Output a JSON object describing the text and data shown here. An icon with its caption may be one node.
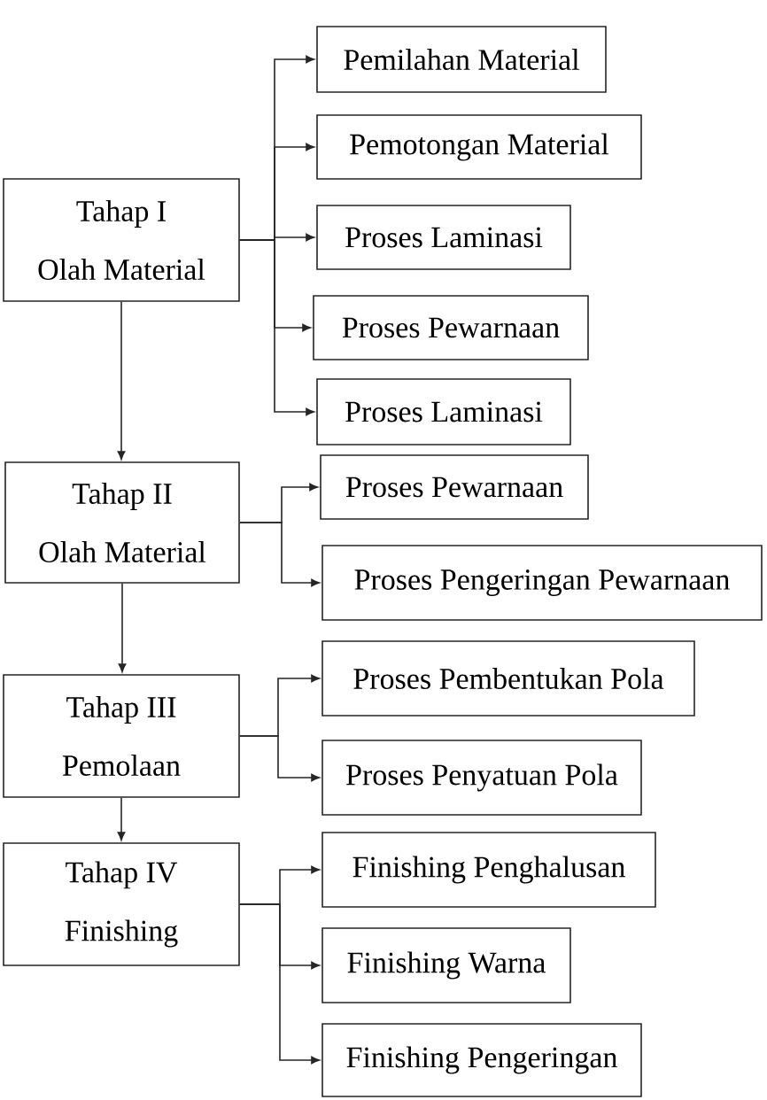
{
  "diagram": {
    "nodes": [
      {
        "text": [
          "Tahap I",
          "Olah Material"
        ]
      },
      {
        "text": [
          "Pemilahan Material"
        ]
      },
      {
        "text": [
          "Pemotongan Material"
        ]
      },
      {
        "text": [
          "Proses Laminasi"
        ]
      },
      {
        "text": [
          "Proses Pewarnaan"
        ]
      },
      {
        "text": [
          "Proses Laminasi"
        ]
      },
      {
        "text": [
          "Tahap II",
          "Olah Material"
        ]
      },
      {
        "text": [
          "Proses Pewarnaan"
        ]
      },
      {
        "text": [
          "Proses Pengeringan Pewarnaan"
        ]
      },
      {
        "text": [
          "Tahap III",
          "Pemolaan"
        ]
      },
      {
        "text": [
          "Proses Pembentukan Pola"
        ]
      },
      {
        "text": [
          "Proses Penyatuan Pola"
        ]
      },
      {
        "text": [
          "Tahap IV",
          "Finishing"
        ]
      },
      {
        "text": [
          "Finishing Penghalusan"
        ]
      },
      {
        "text": [
          "Finishing Warna"
        ]
      },
      {
        "text": [
          "Finishing Pengeringan"
        ]
      }
    ],
    "edges": [
      {
        "from": 0,
        "to": 1,
        "arrow": "to"
      },
      {
        "from": 0,
        "to": 2,
        "arrow": "to"
      },
      {
        "from": 0,
        "to": 3,
        "arrow": "to"
      },
      {
        "from": 0,
        "to": 4,
        "arrow": "to"
      },
      {
        "from": 0,
        "to": 5,
        "arrow": "to"
      },
      {
        "from": 0,
        "to": 6,
        "arrow": "to"
      },
      {
        "from": 6,
        "to": 7,
        "arrow": "to"
      },
      {
        "from": 6,
        "to": 8,
        "arrow": "to"
      },
      {
        "from": 6,
        "to": 9,
        "arrow": "to"
      },
      {
        "from": 9,
        "to": 10,
        "arrow": "to"
      },
      {
        "from": 9,
        "to": 11,
        "arrow": "to"
      },
      {
        "from": 9,
        "to": 12,
        "arrow": "to"
      },
      {
        "from": 12,
        "to": 13,
        "arrow": "to"
      },
      {
        "from": 12,
        "to": 14,
        "arrow": "to"
      },
      {
        "from": 12,
        "to": 15,
        "arrow": "to"
      }
    ]
  }
}
